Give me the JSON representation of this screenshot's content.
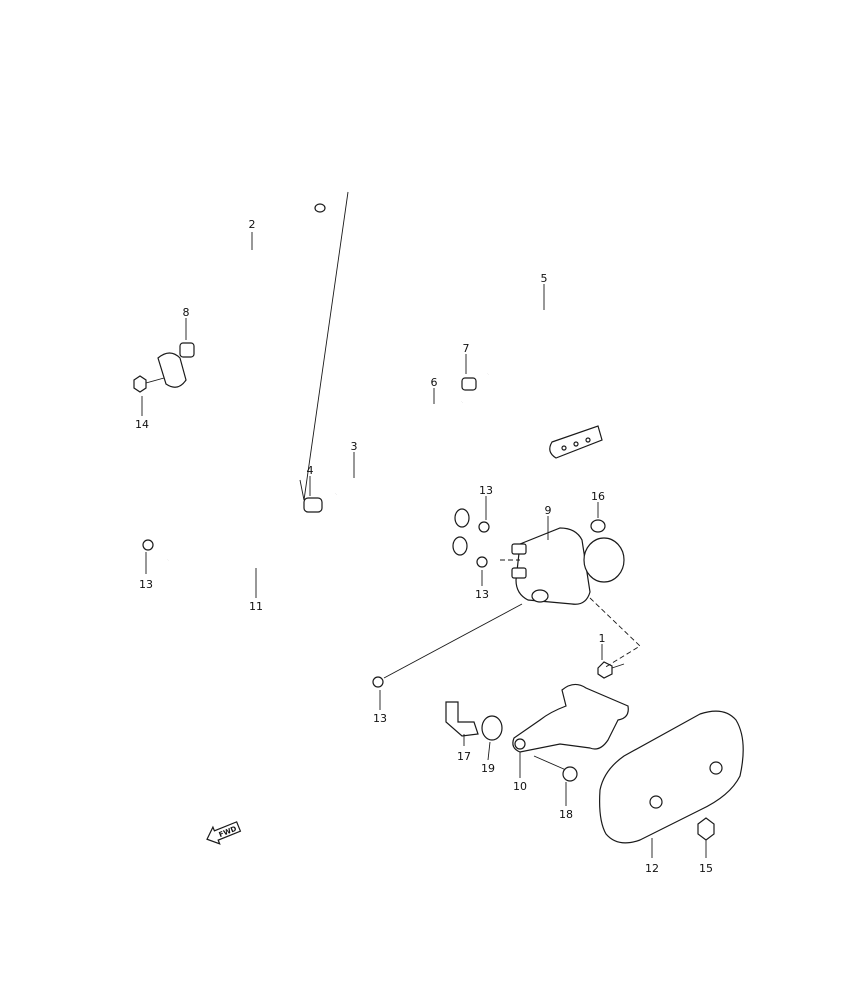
{
  "callouts": [
    {
      "id": "c1",
      "label": "1"
    },
    {
      "id": "c2",
      "label": "2"
    },
    {
      "id": "c3",
      "label": "3"
    },
    {
      "id": "c4",
      "label": "4"
    },
    {
      "id": "c5",
      "label": "5"
    },
    {
      "id": "c6",
      "label": "6"
    },
    {
      "id": "c7",
      "label": "7"
    },
    {
      "id": "c8",
      "label": "8"
    },
    {
      "id": "c9",
      "label": "9"
    },
    {
      "id": "c10",
      "label": "10"
    },
    {
      "id": "c11",
      "label": "11"
    },
    {
      "id": "c12",
      "label": "12"
    },
    {
      "id": "c13a",
      "label": "13"
    },
    {
      "id": "c13b",
      "label": "13"
    },
    {
      "id": "c13c",
      "label": "13"
    },
    {
      "id": "c13d",
      "label": "13"
    },
    {
      "id": "c14",
      "label": "14"
    },
    {
      "id": "c15",
      "label": "15"
    },
    {
      "id": "c16",
      "label": "16"
    },
    {
      "id": "c17",
      "label": "17"
    },
    {
      "id": "c18",
      "label": "18"
    },
    {
      "id": "c19",
      "label": "19"
    }
  ],
  "fwd_marker": {
    "label": "FWD"
  }
}
